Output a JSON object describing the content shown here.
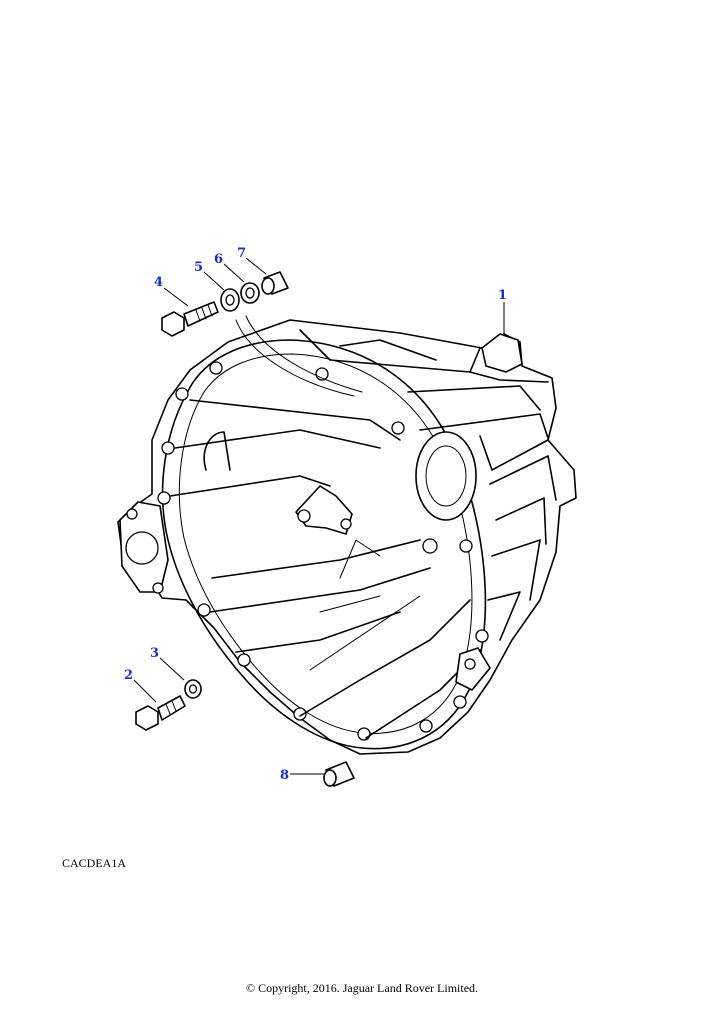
{
  "diagram": {
    "reference_code": "CACDEA1A",
    "copyright": "© Copyright, 2016. Jaguar Land Rover Limited.",
    "callout_color": "#1a2bd6",
    "callouts": [
      {
        "id": "1",
        "label": "1",
        "part": "clutch-housing"
      },
      {
        "id": "2",
        "label": "2",
        "part": "lower-bolt"
      },
      {
        "id": "3",
        "label": "3",
        "part": "lower-washer"
      },
      {
        "id": "4",
        "label": "4",
        "part": "upper-bolt"
      },
      {
        "id": "5",
        "label": "5",
        "part": "flat-washer"
      },
      {
        "id": "6",
        "label": "6",
        "part": "spring-washer"
      },
      {
        "id": "7",
        "label": "7",
        "part": "upper-dowel"
      },
      {
        "id": "8",
        "label": "8",
        "part": "lower-dowel"
      }
    ]
  }
}
